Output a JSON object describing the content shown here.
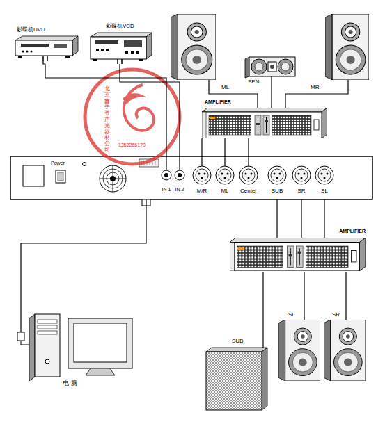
{
  "diagram": {
    "nodes": [
      {
        "text": [
          "影碟机DVD"
        ]
      },
      {
        "text": [
          "影碟机VCD"
        ]
      },
      {
        "text": [
          "SEN"
        ]
      },
      {
        "text": [
          "AMPLIFIER"
        ]
      },
      {
        "text": [
          "Power"
        ]
      },
      {
        "text": [
          "IN 1"
        ],
        "in": 4
      },
      {
        "text": [
          "IN 2"
        ],
        "in": 4
      },
      {
        "text": [
          "M/R"
        ],
        "in": 4
      },
      {
        "text": [
          "ML"
        ],
        "in": 4
      },
      {
        "text": [
          "Center"
        ],
        "in": 4
      },
      {
        "text": [
          "SUB"
        ],
        "in": 4
      },
      {
        "text": [
          "SR"
        ],
        "in": 4
      },
      {
        "text": [
          "SL"
        ],
        "in": 4
      },
      {
        "text": [
          "AMPLIFIER"
        ]
      },
      {
        "text": [
          "SUB"
        ]
      },
      {
        "text": [
          "SL"
        ]
      },
      {
        "text": [
          "SR"
        ]
      },
      {
        "text": [
          "电 脑"
        ]
      }
    ],
    "edges": [
      {
        "from": 0,
        "to": 5,
        "arrow": "none"
      },
      {
        "from": 1,
        "to": 6,
        "arrow": "none"
      },
      {
        "from": 2,
        "to": 3,
        "arrow": "none"
      },
      {
        "from": 3,
        "to": 7,
        "arrow": "none"
      },
      {
        "from": 3,
        "to": 8,
        "arrow": "none"
      },
      {
        "from": 3,
        "to": 9,
        "arrow": "none"
      },
      {
        "from": 10,
        "to": 13,
        "arrow": "none"
      },
      {
        "from": 11,
        "to": 13,
        "arrow": "none"
      },
      {
        "from": 12,
        "to": 13,
        "arrow": "none"
      },
      {
        "from": 13,
        "to": 14,
        "arrow": "none"
      },
      {
        "from": 13,
        "to": 15,
        "arrow": "none"
      },
      {
        "from": 13,
        "to": 16,
        "arrow": "none"
      },
      {
        "from": 17,
        "to": 4,
        "arrow": "none"
      }
    ],
    "labels": [
      "ML",
      "MR",
      "北京鑫手寻声光器材公司",
      "1352266170"
    ]
  }
}
